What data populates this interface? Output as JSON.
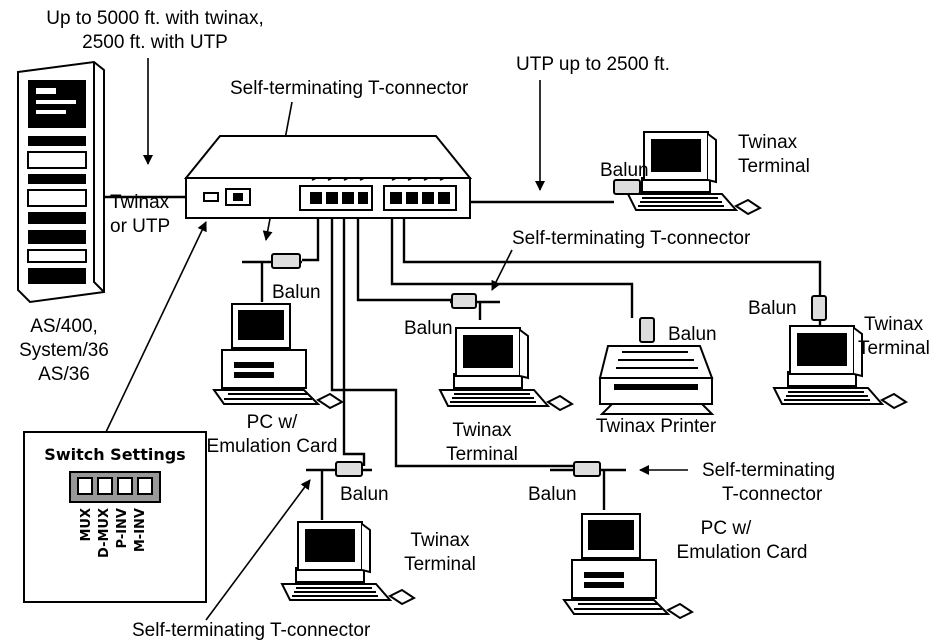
{
  "labels": {
    "cable_length_l1": "Up to 5000 ft. with twinax,",
    "cable_length_l2": "2500 ft. with UTP",
    "utp_length": "UTP up to 2500 ft.",
    "tconn_top": "Self-terminating T-connector",
    "tconn_mid": "Self-terminating T-connector",
    "tconn_right_l1": "Self-terminating",
    "tconn_right_l2": "T-connector",
    "tconn_bottom": "Self-terminating T-connector",
    "twinax_or_utp_l1": "Twinax",
    "twinax_or_utp_l2": "or UTP",
    "host_l1": "AS/400,",
    "host_l2": "System/36",
    "host_l3": "AS/36",
    "balun": "Balun",
    "twinax_terminal_l1": "Twinax",
    "twinax_terminal_l2": "Terminal",
    "pc_l1": "PC w/",
    "pc_l2": "Emulation Card",
    "printer": "Twinax Printer"
  },
  "switch_settings": {
    "title": "Switch Settings",
    "switches": [
      "MUX",
      "D-MUX",
      "P-INV",
      "M-INV"
    ]
  }
}
